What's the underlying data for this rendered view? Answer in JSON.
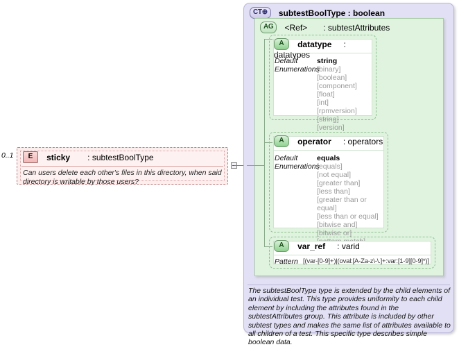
{
  "diagram": {
    "left_element": {
      "occurs": "0..1",
      "badge": "E",
      "name": "sticky",
      "separator": ":",
      "type": "subtestBoolType",
      "documentation": "Can users delete each other's files in this directory, when said directory is writable by those users?"
    },
    "complex_type": {
      "badge": "CT⊕",
      "name": "subtestBoolType",
      "separator": ":",
      "type": "boolean",
      "documentation": "The subtestBoolType type is extended by the child elements of an individual test.  This type provides uniformity to each child element by including the attributes found in the subtestAttributes group.  This attribute is included by other subtest types and makes the same list of attributes available to all children of a test.  This specific type describes simple boolean data."
    },
    "attribute_group": {
      "badge": "AG",
      "ref": "<Ref>",
      "separator": ":",
      "type": "subtestAttributes"
    },
    "attributes": [
      {
        "badge": "A",
        "name": "datatype",
        "separator": ":",
        "type": "datatypes",
        "facets": [
          {
            "label": "Default",
            "values": [
              "string"
            ],
            "kind": "default"
          },
          {
            "label": "Enumerations",
            "values": [
              "[binary]",
              "[boolean]",
              "[component]",
              "[float]",
              "[int]",
              "[rpmversion]",
              "[string]",
              "[version]"
            ],
            "kind": "enum"
          }
        ]
      },
      {
        "badge": "A",
        "name": "operator",
        "separator": ":",
        "type": "operators",
        "facets": [
          {
            "label": "Default",
            "values": [
              "equals"
            ],
            "kind": "default"
          },
          {
            "label": "Enumerations",
            "values": [
              "[equals]",
              "[not equal]",
              "[greater than]",
              "[less than]",
              "[greater than or equal]",
              "[less than or equal]",
              "[bitwise and]",
              "[bitwise or]",
              "[pattern match]"
            ],
            "kind": "enum"
          }
        ]
      },
      {
        "badge": "A",
        "name": "var_ref",
        "separator": ":",
        "type": "varid",
        "facets": [
          {
            "label": "Pattern",
            "values": [
              "[(var-[0-9]+)|(oval:[A-Za-z\\-\\.]+:var:[1-9][0-9]*)]"
            ],
            "kind": "pattern"
          }
        ]
      }
    ]
  },
  "colors": {
    "complex_type_fill": "#e2e0f4",
    "attribute_group_fill": "#dff3df",
    "element_fill": "#fdeeee",
    "enum_text": "#9a9a9a"
  }
}
